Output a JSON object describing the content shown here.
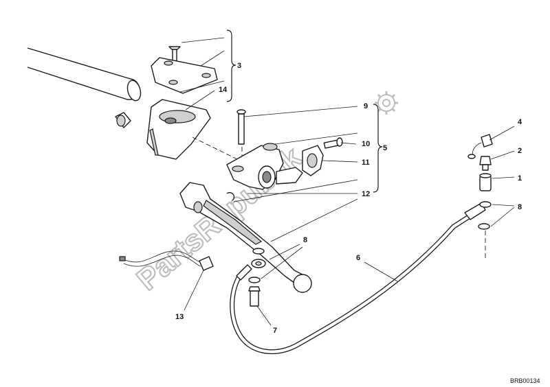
{
  "callouts": {
    "c1": "1",
    "c2": "2",
    "c3": "3",
    "c4": "4",
    "c5": "5",
    "c6": "6",
    "c7": "7",
    "c8a": "8",
    "c8b": "8",
    "c9": "9",
    "c10": "10",
    "c11": "11",
    "c12": "12",
    "c13": "13",
    "c14": "14"
  },
  "watermark": "PartsRepublik",
  "drawing_code": "BRB00134",
  "icons": {
    "watermark_logo": "gear-icon"
  },
  "colors": {
    "line": "#1a1a1a",
    "watermark": "#bdbdbd",
    "shade": "#cfcfcf"
  }
}
